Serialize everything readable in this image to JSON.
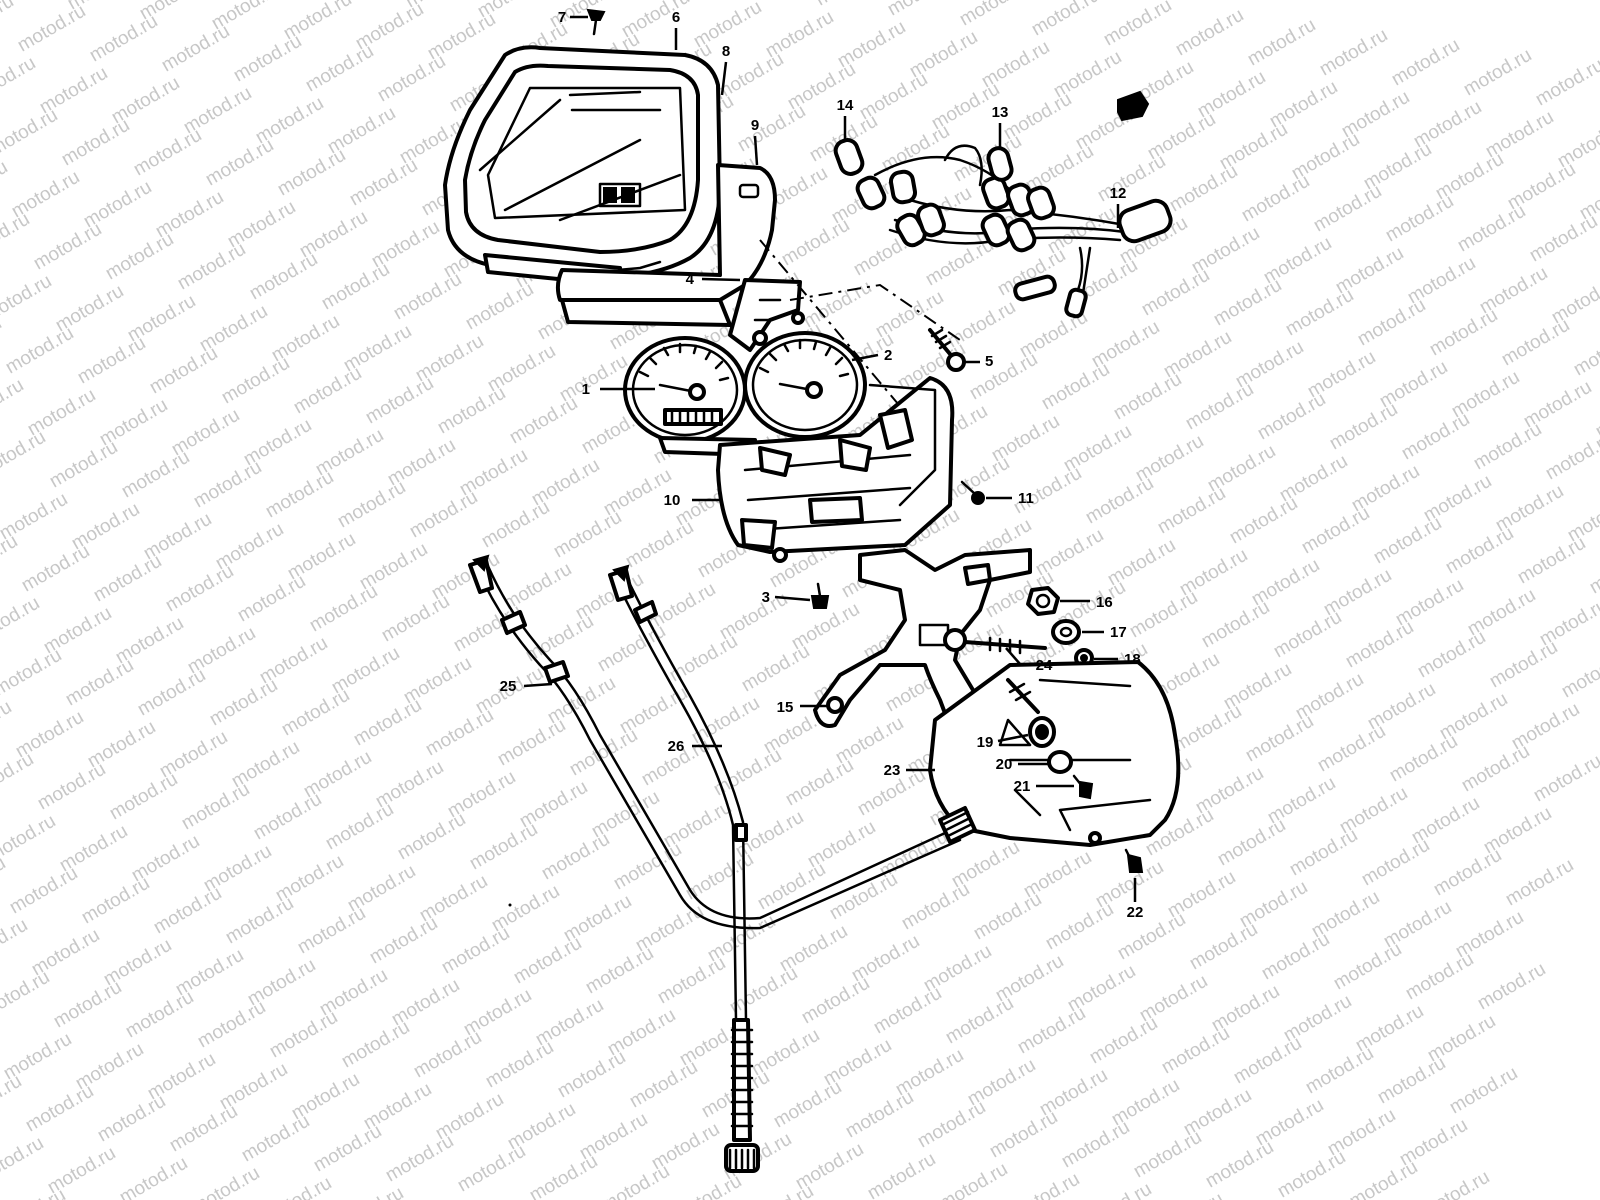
{
  "watermark": {
    "text": "motod.ru"
  },
  "callouts": [
    {
      "id": "1",
      "label": "1"
    },
    {
      "id": "2",
      "label": "2"
    },
    {
      "id": "3",
      "label": "3"
    },
    {
      "id": "4",
      "label": "4"
    },
    {
      "id": "5",
      "label": "5"
    },
    {
      "id": "6",
      "label": "6"
    },
    {
      "id": "7",
      "label": "7"
    },
    {
      "id": "8",
      "label": "8"
    },
    {
      "id": "9",
      "label": "9"
    },
    {
      "id": "10",
      "label": "10"
    },
    {
      "id": "11",
      "label": "11"
    },
    {
      "id": "12",
      "label": "12"
    },
    {
      "id": "13",
      "label": "13"
    },
    {
      "id": "14",
      "label": "14"
    },
    {
      "id": "15",
      "label": "15"
    },
    {
      "id": "16",
      "label": "16"
    },
    {
      "id": "17",
      "label": "17"
    },
    {
      "id": "18",
      "label": "18"
    },
    {
      "id": "19",
      "label": "19"
    },
    {
      "id": "20",
      "label": "20"
    },
    {
      "id": "21",
      "label": "21"
    },
    {
      "id": "22",
      "label": "22"
    },
    {
      "id": "23",
      "label": "23"
    },
    {
      "id": "24",
      "label": "24"
    },
    {
      "id": "25",
      "label": "25"
    },
    {
      "id": "26",
      "label": "26"
    }
  ]
}
